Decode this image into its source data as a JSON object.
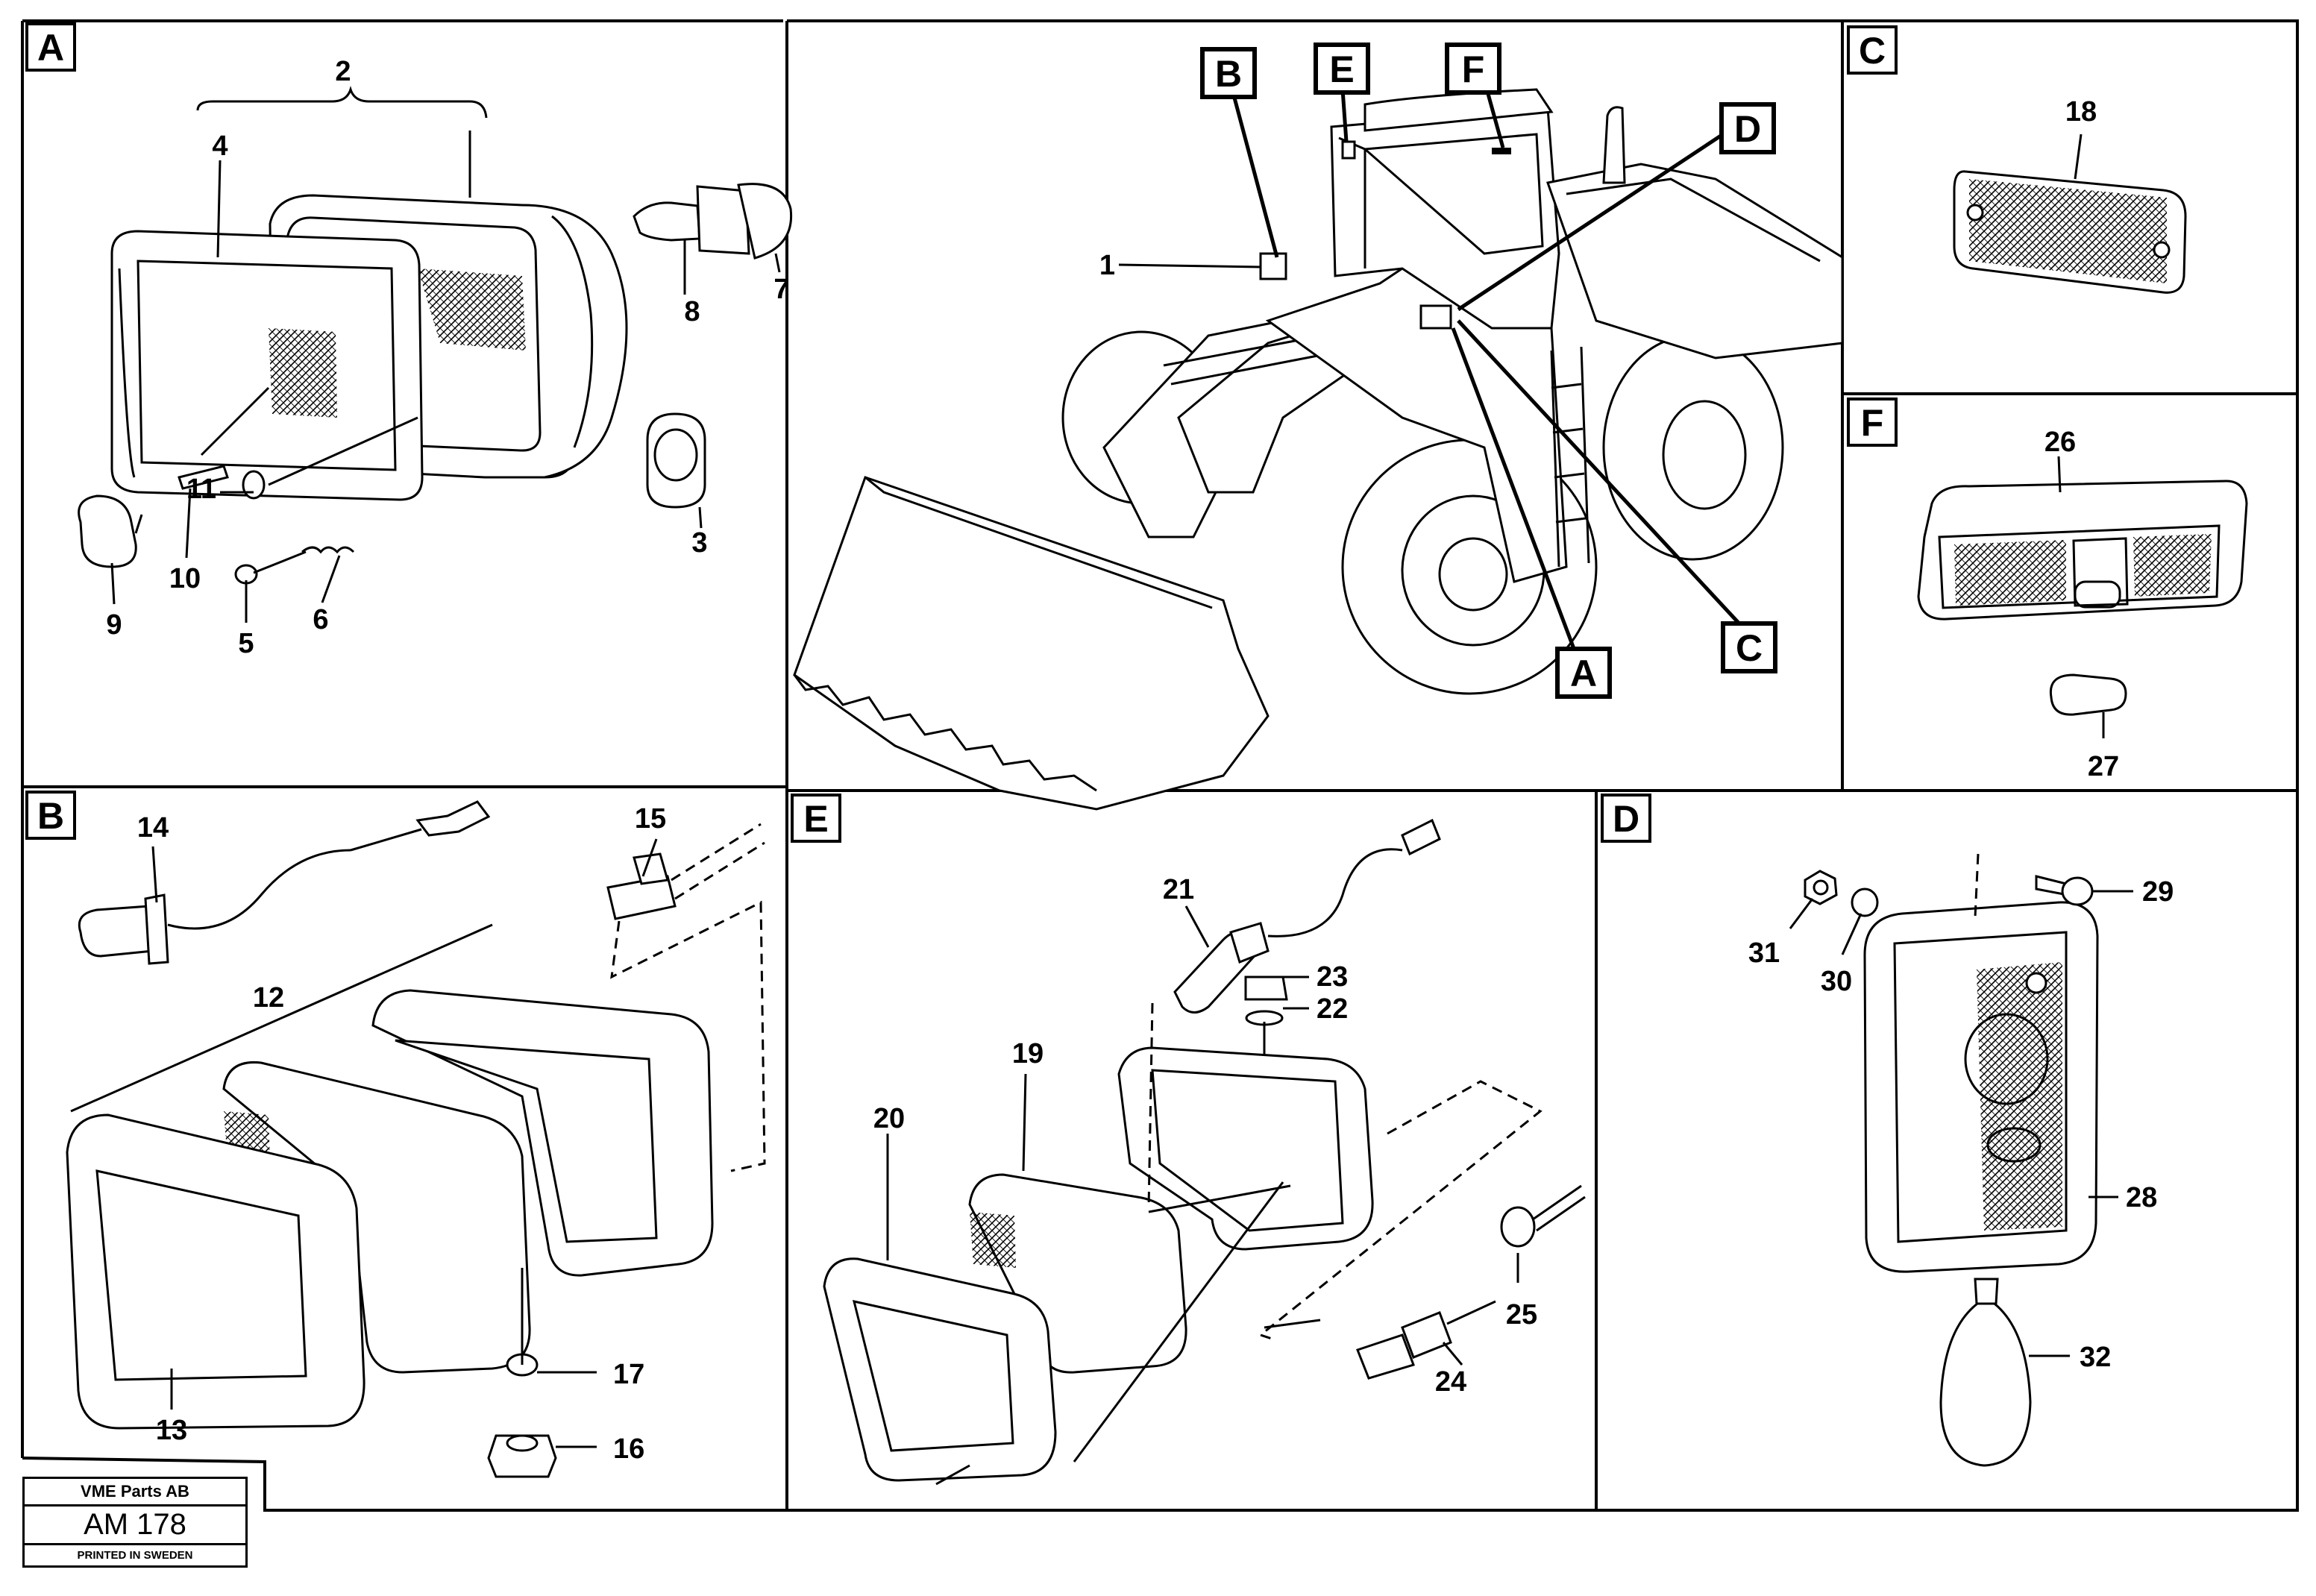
{
  "sections": {
    "A": "A",
    "B": "B",
    "C": "C",
    "D": "D",
    "E": "E",
    "F": "F"
  },
  "callouts": {
    "B": "B",
    "E": "E",
    "F": "F",
    "D": "D",
    "A": "A",
    "C": "C"
  },
  "parts": {
    "p1": "1",
    "p2": "2",
    "p3": "3",
    "p4": "4",
    "p5": "5",
    "p6": "6",
    "p7": "7",
    "p8": "8",
    "p9": "9",
    "p10": "10",
    "p11": "11",
    "p12": "12",
    "p13": "13",
    "p14": "14",
    "p15": "15",
    "p16": "16",
    "p17": "17",
    "p18": "18",
    "p19": "19",
    "p20": "20",
    "p21": "21",
    "p22": "22",
    "p23": "23",
    "p24": "24",
    "p25": "25",
    "p26": "26",
    "p27": "27",
    "p28": "28",
    "p29": "29",
    "p30": "30",
    "p31": "31",
    "p32": "32"
  },
  "stamp": {
    "company": "VME Parts AB",
    "code": "AM 178",
    "printed": "PRINTED IN SWEDEN"
  }
}
